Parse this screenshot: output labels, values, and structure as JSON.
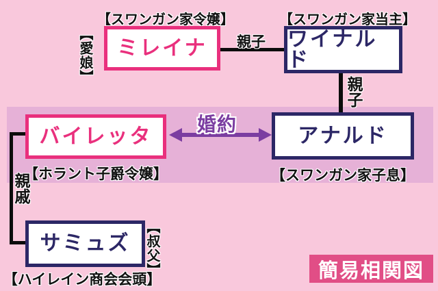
{
  "title_badge": "簡易相関図",
  "colors": {
    "background": "#f9c8dc",
    "band": "#e6b1d7",
    "pink": "#e9307d",
    "navy": "#2c2766",
    "purple": "#7b3da1",
    "badge_bg": "#e14e86",
    "line_black": "#0c0c0c"
  },
  "nodes": [
    {
      "name": "ミレイナ",
      "role": "【スワンガン家令嬢】",
      "side": "【愛娘】"
    },
    {
      "name": "ワイナルド",
      "role": "【スワンガン家当主】"
    },
    {
      "name": "バイレッタ",
      "role": "【ホラント子爵令嬢】"
    },
    {
      "name": "アナルド",
      "role": "【スワンガン家子息】"
    },
    {
      "name": "サミュズ",
      "role": "【ハイレイン商会会頭】",
      "side": "【叔父】"
    }
  ],
  "edges": [
    {
      "from": "ミレイナ",
      "to": "ワイナルド",
      "label": "親子",
      "type": "line"
    },
    {
      "from": "ワイナルド",
      "to": "アナルド",
      "label": "親子",
      "type": "line"
    },
    {
      "from": "バイレッタ",
      "to": "アナルド",
      "label": "婚約",
      "type": "double-arrow"
    },
    {
      "from": "バイレッタ",
      "to": "サミュズ",
      "label": "親戚",
      "type": "line"
    }
  ]
}
